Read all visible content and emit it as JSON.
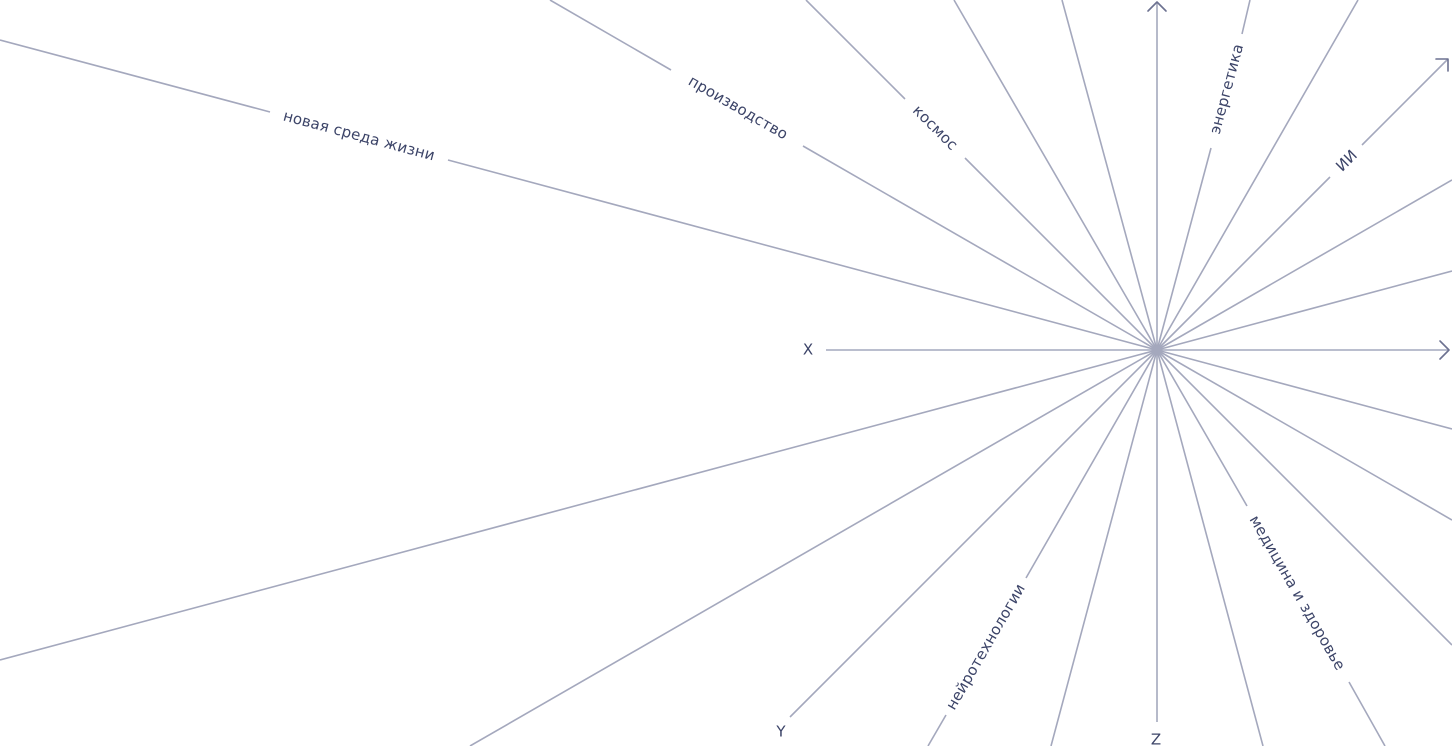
{
  "diagram": {
    "labels": {
      "new_habitat": "новая среда жизни",
      "production": "производство",
      "space": "космос",
      "energy": "энергетика",
      "ai": "ИИ",
      "neurotech": "нейротехнологии",
      "medicine": "медицина и здоровье"
    },
    "axes": {
      "x": "X",
      "y": "Y",
      "z": "Z"
    },
    "colors": {
      "line": "#a4a8bd",
      "arrow": "#6c7190",
      "text": "#3c4468"
    }
  }
}
